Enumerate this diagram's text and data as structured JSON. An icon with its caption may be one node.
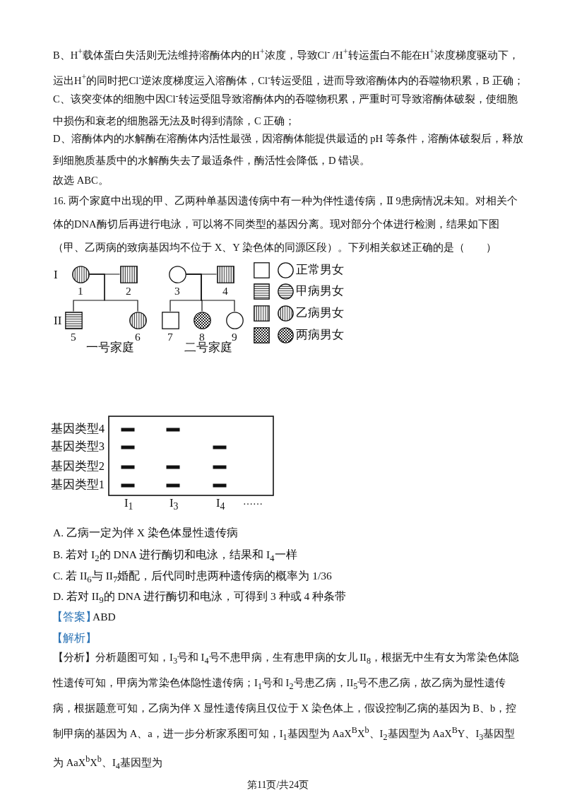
{
  "diagram": {
    "nodes": [
      {
        "text": [],
        "shape": "circle",
        "beside": [
          "1"
        ]
      },
      {
        "text": [],
        "shape": "box",
        "beside": [
          "2"
        ]
      },
      {
        "text": [],
        "shape": "circle",
        "beside": [
          "3"
        ]
      },
      {
        "text": [],
        "shape": "box",
        "beside": [
          "4"
        ]
      },
      {
        "text": [],
        "shape": "box",
        "beside": [
          "5"
        ]
      },
      {
        "text": [],
        "shape": "circle",
        "beside": [
          "6"
        ]
      },
      {
        "text": [],
        "shape": "box",
        "beside": [
          "7"
        ]
      },
      {
        "text": [],
        "shape": "circle",
        "beside": [
          "8"
        ]
      },
      {
        "text": [],
        "shape": "circle",
        "beside": [
          "9"
        ]
      }
    ],
    "edges": [
      {
        "from": 0,
        "to": 1,
        "arrow": "none"
      },
      {
        "from": 0,
        "to": 4,
        "arrow": "none"
      },
      {
        "from": 0,
        "to": 5,
        "arrow": "none"
      },
      {
        "from": 2,
        "to": 3,
        "arrow": "none"
      },
      {
        "from": 2,
        "to": 6,
        "arrow": "none"
      },
      {
        "from": 2,
        "to": 7,
        "arrow": "none"
      },
      {
        "from": 2,
        "to": 8,
        "arrow": "none"
      }
    ],
    "labels": [
      "B、H$^{+}$载体蛋白失活则无法维持溶酶体内的H$^{+}$浓度，导致Cl$^{-}$ /H$^{+}$转运蛋白不能在H$^{+}$浓度梯度驱动下，运出H$^{+}$的同时把Cl$^{-}$逆浓度梯度运入溶酶体，Cl$^{-}$转运受阻，进而导致溶酶体内的吞噬物积累，B 正确；",
      "C、该突变体的细胞中因Cl$^{-}$转运受阻导致溶酶体内的吞噬物积累，严重时可导致溶酶体破裂，使细胞中损伤和衰老的细胞器无法及时得到清除，C 正确；",
      "D、溶酶体内的水解酶在溶酶体内活性最强，因溶酶体能提供最适的 pH 等条件，溶酶体破裂后，释放到细胞质基质中的水解酶失去了最适条件，酶活性会降低，D 错误。",
      "故选 ABC。",
      "16. 两个家庭中出现的甲、乙两种单基因遗传病中有一种为伴性遗传病，Ⅱ 9患病情况未知。对相关个体的DNA酶切后再进行电泳，可以将不同类型的基因分离。现对部分个体进行检测，结果如下图（甲、乙两病的致病基因均不位于 X、Y 染色体的同源区段）。下列相关叙述正确的是（　　）",
      "I",
      "II",
      "一号家庭",
      "二号家庭",
      "基因类型4",
      "基因类型3",
      "基因类型2",
      "基因类型1",
      "I$_{1}$",
      "I$_{3}$",
      "I$_{4}$",
      "……",
      "A. 乙病一定为伴 X 染色体显性遗传病",
      "B. 若对 I$_{2}$的 DNA 进行酶切和电泳，结果和 I$_{4}$一样",
      "C. 若 II$_{6}$与 II$_{7}$婚配，后代同时患两种遗传病的概率为 1/36",
      "D. 若对 II$_{9}$的 DNA 进行酶切和电泳，可得到 3 种或 4 种条带",
      "【答案】",
      "ABD",
      "【解析】",
      "【分析】分析题图可知，I$_{3}$号和 I$_{4}$号不患甲病，生有患甲病的女儿 II$_{8}$，根据无中生有女为常染色体隐性遗传可知，甲病为常染色体隐性遗传病；I$_{1}$号和 I$_{2}$号患乙病，II$_{5}$号不患乙病，故乙病为显性遗传病，根据题意可知，乙病为伴 X 显性遗传病且仅位于 X 染色体上，假设控制乙病的基因为 B、b，控制甲病的基因为 A、a，进一步分析家系图可知，I$_{1}$基因型为 AaX$^{B}$X$^{b}$、I$_{2}$基因型为 AaX$^{B}$Y、I$_{3}$基因型为 AaX$^{b}$X$^{b}$、I$_{4}$基因型为",
      "第11页/共24页"
    ],
    "legend": [
      {
        "text": "正常男女"
      },
      {
        "text": "甲病男女"
      },
      {
        "text": "乙病男女"
      },
      {
        "text": "两病男女"
      }
    ]
  }
}
